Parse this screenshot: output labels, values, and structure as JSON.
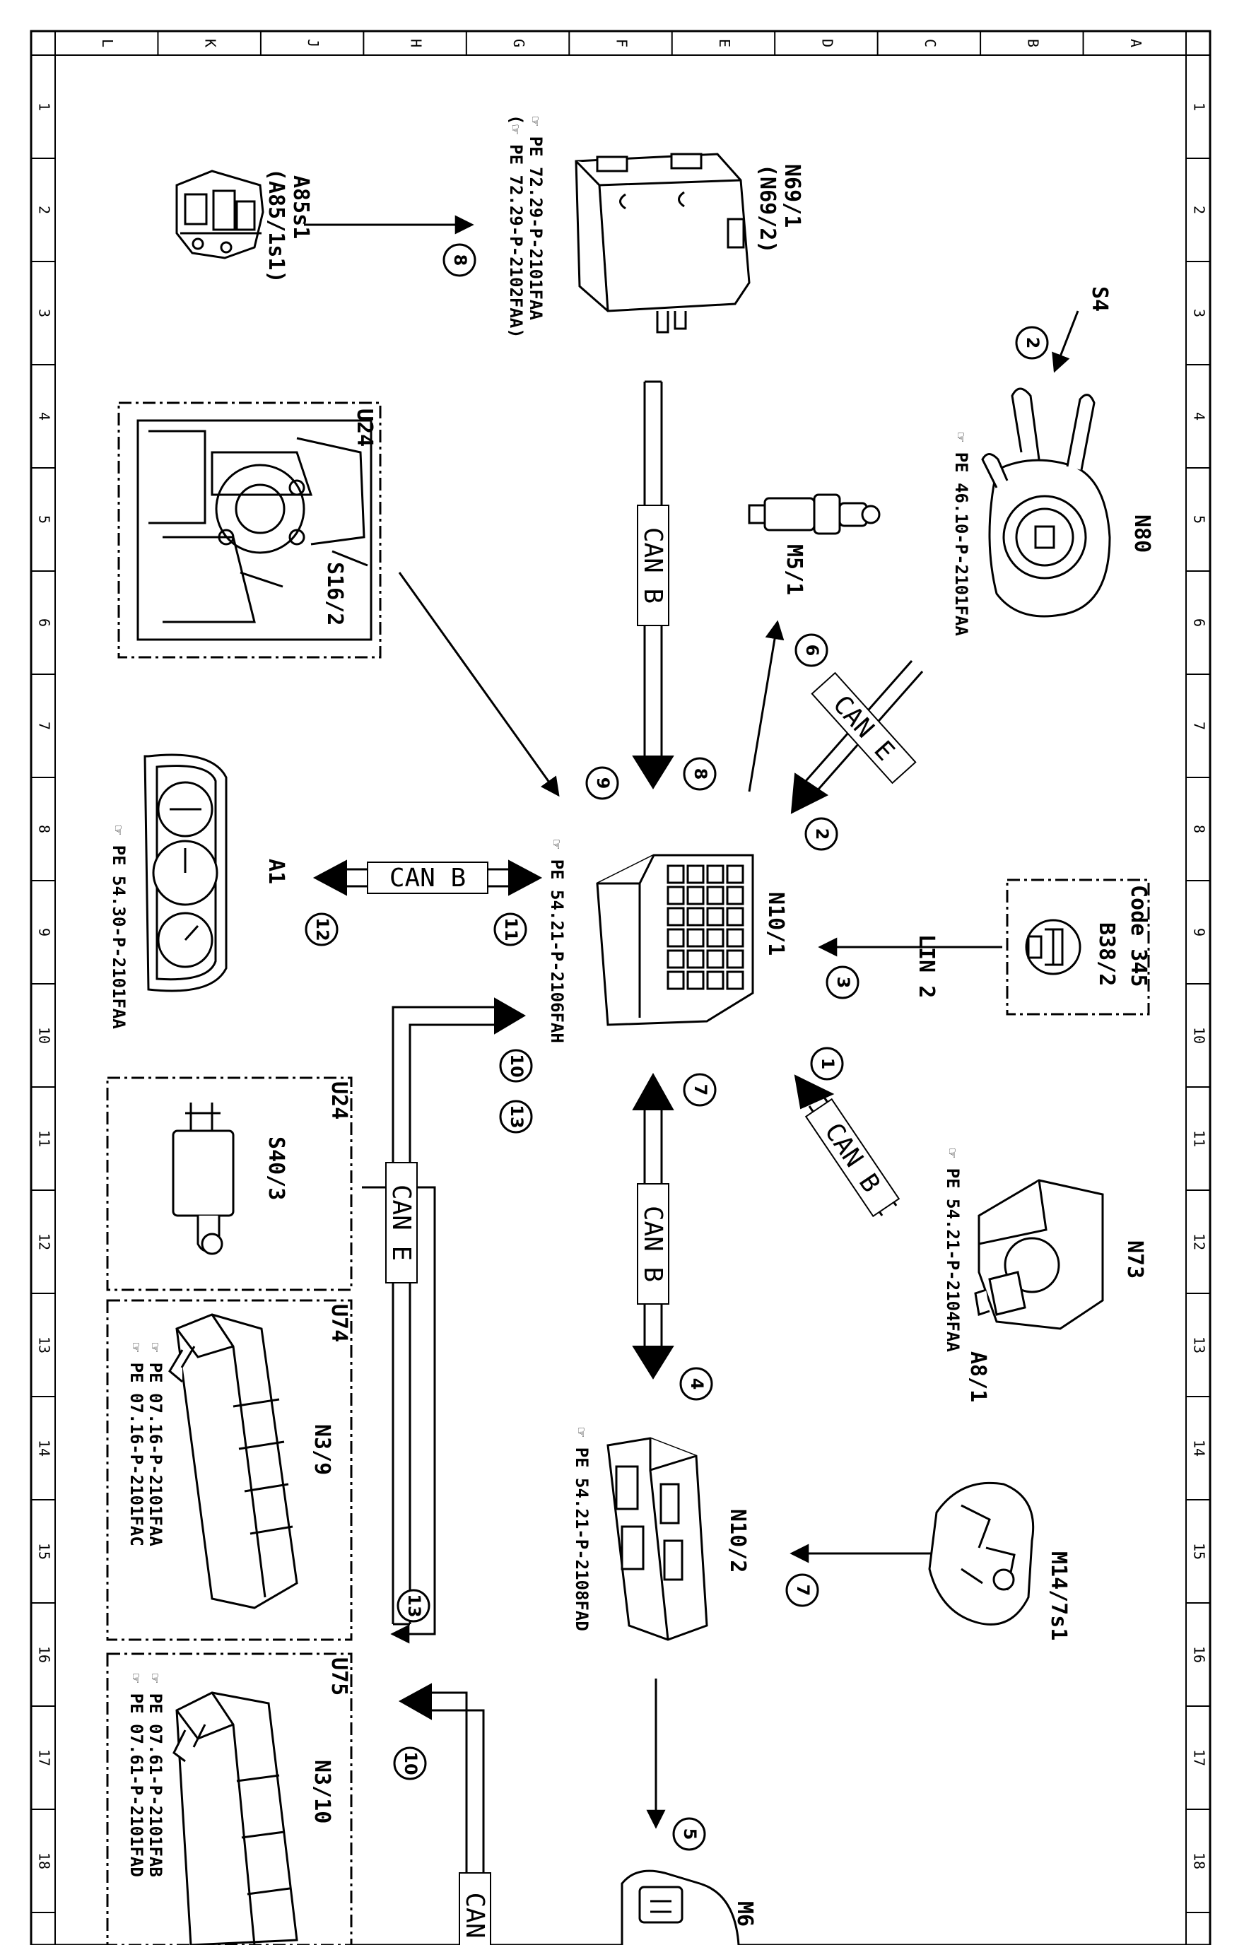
{
  "frame": {
    "columns": [
      "L",
      "K",
      "J",
      "H",
      "G",
      "F",
      "E",
      "D",
      "C",
      "B",
      "A"
    ],
    "rows": [
      "1",
      "2",
      "3",
      "4",
      "5",
      "6",
      "7",
      "8",
      "9",
      "10",
      "11",
      "12",
      "13",
      "14",
      "15",
      "16",
      "17",
      "18"
    ]
  },
  "components": {
    "a85s1": {
      "id": "A85s1",
      "alt": "(A85/1s1)"
    },
    "n69": {
      "id": "N69/1",
      "alt": "(N69/2)",
      "ref1": "PE 72.29-P-2101FAA",
      "ref2": "PE 72.29-P-2102FAA)",
      "ref2_prefix": "("
    },
    "s4": {
      "id": "S4"
    },
    "n80": {
      "id": "N80",
      "ref": "PE 46.10-P-2101FAA"
    },
    "u24_top": {
      "id": "U24",
      "sub": "S16/2"
    },
    "m5_1": {
      "id": "M5/1"
    },
    "a1": {
      "id": "A1",
      "ref": "PE 54.30-P-2101FAA"
    },
    "n10_1": {
      "id": "N10/1",
      "ref": "PE 54.21-P-2106FAH"
    },
    "code345": {
      "id": "Code 345",
      "sub": "B38/2"
    },
    "n73": {
      "id": "N73",
      "sub": "A8/1",
      "ref": "PE 54.21-P-2104FAA"
    },
    "u24_bottom": {
      "id": "U24",
      "sub": "S40/3"
    },
    "u74": {
      "id": "U74",
      "sub": "N3/9",
      "ref1": "PE 07.16-P-2101FAA",
      "ref2": "PE 07.16-P-2101FAC"
    },
    "u75": {
      "id": "U75",
      "sub": "N3/10",
      "ref1": "PE 07.61-P-2101FAB",
      "ref2": "PE 07.61-P-2101FAD"
    },
    "n10_2": {
      "id": "N10/2",
      "ref": "PE 54.21-P-2108FAD"
    },
    "m14_7s1": {
      "id": "M14/7s1"
    },
    "m6": {
      "id": "M6"
    }
  },
  "buses": {
    "can_b": "CAN B",
    "can_e": "CAN E",
    "can_partial": "CAN",
    "lin2": "LIN 2"
  },
  "callouts": [
    "1",
    "2",
    "3",
    "4",
    "5",
    "6",
    "7",
    "8",
    "9",
    "10",
    "11",
    "12",
    "13"
  ],
  "colors": {
    "ink": "#000000",
    "paper": "#ffffff",
    "fill": "#f2f2f2"
  }
}
